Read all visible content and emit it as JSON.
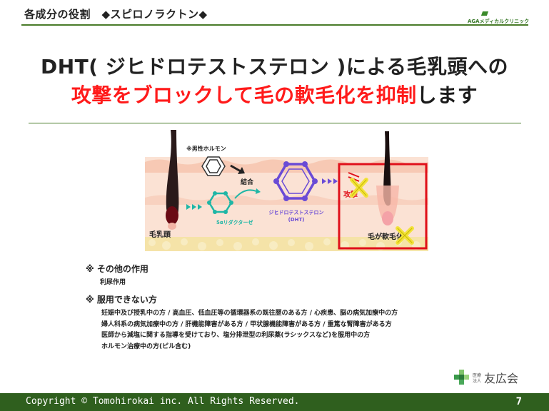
{
  "header": {
    "title": "各成分の役割　◆スピロノラクトン◆",
    "brand_small": "AGAメディカルクリニック"
  },
  "headline": {
    "line1": "DHT( ジヒドロテストステロン )による毛乳頭への",
    "line2_red": "攻撃をブロックして毛の軟毛化を抑制",
    "line2_black": "します"
  },
  "diagram": {
    "hormone_label": "※男性ホルモン",
    "enzyme_label": "5αリダクターゼ",
    "bond_label": "結合",
    "dht_label_1": "ジヒドロテストステロン",
    "dht_label_2": "(DHT)",
    "papilla_label": "毛乳頭",
    "attack_label": "攻撃",
    "vellus_label": "毛が軟毛化"
  },
  "notes": {
    "other_heading": "※ その他の作用",
    "other_item": "利尿作用",
    "contra_heading": "※ 服用できない方",
    "contra_lines": [
      "妊娠中及び授乳中の方 / 高血圧、低血圧等の循環器系の既往歴のある方 / 心疾患、脳の病気加療中の方",
      "婦人科系の病気加療中の方 / 肝機能障害がある方 / 甲状腺機能障害がある方 / 重篤な腎障害がある方",
      "医師から減塩に関する指導を受けており、塩分排泄型の利尿薬(ラシックスなど)を服用中の方",
      "ホルモン治療中の方(ピル含む)"
    ]
  },
  "logo": {
    "small_1": "医療",
    "small_2": "法人",
    "name": "友広会"
  },
  "footer": {
    "copyright": "Copyright © Tomohirokai inc. All Rights Reserved.",
    "page": "7"
  },
  "colors": {
    "accent_green": "#2f5f1e",
    "emphasis_red": "#ff1a1a",
    "enzyme_teal": "#1fb6a6",
    "dht_purple": "#6a4bd6",
    "block_yellow": "#f2e23a"
  }
}
